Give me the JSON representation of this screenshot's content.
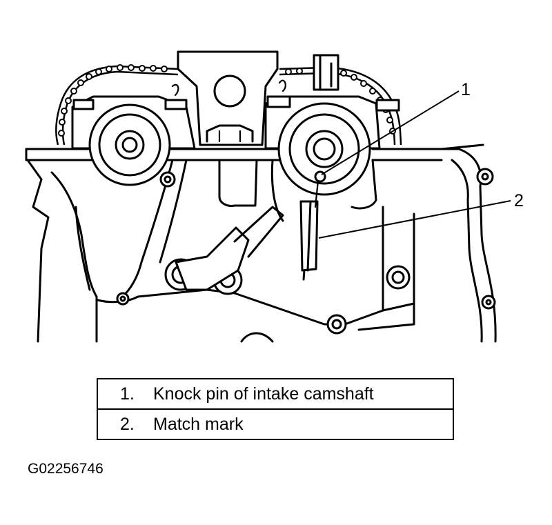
{
  "callouts": [
    {
      "id": "1",
      "label": "1"
    },
    {
      "id": "2",
      "label": "2"
    }
  ],
  "legend": [
    {
      "number": "1.",
      "text": "Knock pin of intake camshaft"
    },
    {
      "number": "2.",
      "text": "Match mark"
    }
  ],
  "figure_id": "G02256746",
  "colors": {
    "line": "#000000",
    "background": "#ffffff"
  }
}
